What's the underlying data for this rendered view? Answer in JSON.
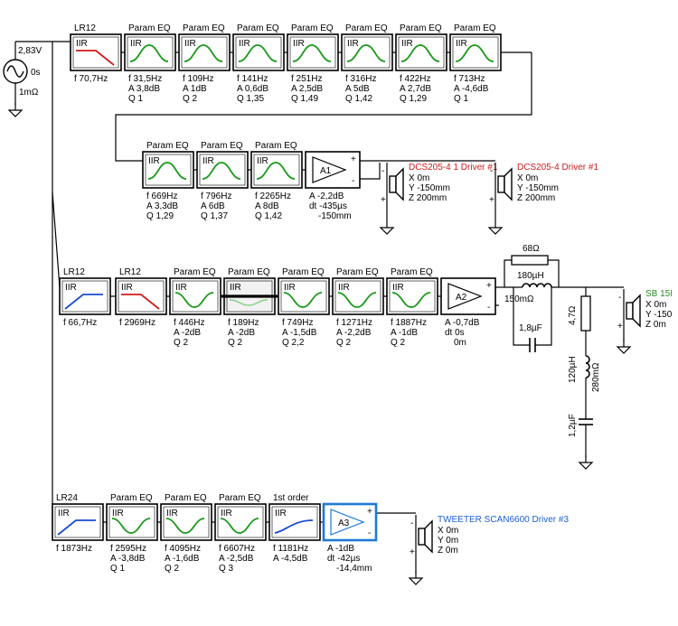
{
  "source": {
    "voltage": "2,83V",
    "delay": "0s",
    "resistance": "1mΩ"
  },
  "colors": {
    "eq_curve": "#1a9a1a",
    "hp_curve": "#1a4bd6",
    "lp_curve": "#d21a1a",
    "driver_red": "#d21a1a",
    "driver_green": "#2a8a2a",
    "driver_blue": "#1a5fd6",
    "selected": "#1e78d2",
    "dummy_block": "#f2f2f2"
  },
  "chain1": {
    "blocks": [
      {
        "title": "LR12",
        "tag": "IIR",
        "curve": "lowpass",
        "params": [
          "f  70,7Hz"
        ]
      },
      {
        "title": "Param EQ",
        "tag": "IIR",
        "curve": "peak",
        "params": [
          "f  31,5Hz",
          "A  3,8dB",
          "Q  1"
        ]
      },
      {
        "title": "Param EQ",
        "tag": "IIR",
        "curve": "peak",
        "params": [
          "f  109Hz",
          "A  1dB",
          "Q  2"
        ]
      },
      {
        "title": "Param EQ",
        "tag": "IIR",
        "curve": "peak",
        "params": [
          "f  141Hz",
          "A  0,6dB",
          "Q  1,35"
        ]
      },
      {
        "title": "Param EQ",
        "tag": "IIR",
        "curve": "peak",
        "params": [
          "f  251Hz",
          "A  2,5dB",
          "Q  1,49"
        ]
      },
      {
        "title": "Param EQ",
        "tag": "IIR",
        "curve": "peak",
        "params": [
          "f  316Hz",
          "A  5dB",
          "Q  1,42"
        ]
      },
      {
        "title": "Param EQ",
        "tag": "IIR",
        "curve": "peak",
        "params": [
          "f  422Hz",
          "A  2,7dB",
          "Q  1,29"
        ]
      },
      {
        "title": "Param EQ",
        "tag": "IIR",
        "curve": "peak",
        "params": [
          "f  713Hz",
          "A  -4,6dB",
          "Q  1"
        ]
      }
    ]
  },
  "chain1b": {
    "blocks": [
      {
        "title": "Param EQ",
        "tag": "IIR",
        "curve": "peak",
        "params": [
          "f  669Hz",
          "A  3,3dB",
          "Q  1,29"
        ]
      },
      {
        "title": "Param EQ",
        "tag": "IIR",
        "curve": "peak",
        "params": [
          "f  796Hz",
          "A  6dB",
          "Q  1,37"
        ]
      },
      {
        "title": "Param EQ",
        "tag": "IIR",
        "curve": "peak",
        "params": [
          "f  2265Hz",
          "A  8dB",
          "Q  1,42"
        ]
      }
    ],
    "amp": {
      "name": "A1",
      "params": [
        "A  -2,2dB",
        "dt  -435µs",
        "-150mm"
      ]
    }
  },
  "drivers1": [
    {
      "name": "DCS205-4 1 Driver #1",
      "params": [
        "X  0m",
        "Y  -150mm",
        "Z  200mm"
      ]
    },
    {
      "name": "DCS205-4 Driver #1",
      "params": [
        "X  0m",
        "Y  -150mm",
        "Z  200mm"
      ]
    }
  ],
  "chain2": {
    "blocks": [
      {
        "title": "LR12",
        "tag": "IIR",
        "curve": "highpass",
        "params": [
          "f  66,7Hz"
        ]
      },
      {
        "title": "LR12",
        "tag": "IIR",
        "curve": "lowpass",
        "params": [
          "f  2969Hz"
        ]
      },
      {
        "title": "Param EQ",
        "tag": "IIR",
        "curve": "dip",
        "params": [
          "f  446Hz",
          "A  -2dB",
          "Q  2"
        ]
      },
      {
        "title": "Param EQ",
        "tag": "IIR",
        "curve": "disabled",
        "params": [
          "f  189Hz",
          "A  -2dB",
          "Q  2"
        ]
      },
      {
        "title": "Param EQ",
        "tag": "IIR",
        "curve": "dip",
        "params": [
          "f  749Hz",
          "A  -1,5dB",
          "Q  2,2"
        ]
      },
      {
        "title": "Param EQ",
        "tag": "IIR",
        "curve": "dip",
        "params": [
          "f  1271Hz",
          "A  -2,2dB",
          "Q  2"
        ]
      },
      {
        "title": "Param EQ",
        "tag": "IIR",
        "curve": "dip",
        "params": [
          "f  1887Hz",
          "A  -1dB",
          "Q  2"
        ]
      }
    ],
    "amp": {
      "name": "A2",
      "params": [
        "A  -0,7dB",
        "dt  0s",
        "0m"
      ]
    }
  },
  "passive": {
    "r_top": "68Ω",
    "l_series": "180µH",
    "l_series_r": "150mΩ",
    "c_parallel": "1,8µF",
    "r_shunt": "4,7Ω",
    "l_shunt": "120µH",
    "l_shunt_r": "280mΩ",
    "c_shunt": "1,2µF"
  },
  "driver2": {
    "name": "SB 15I",
    "params": [
      "X  0m",
      "Y  -150",
      "Z  0m"
    ]
  },
  "chain3": {
    "blocks": [
      {
        "title": "LR24",
        "tag": "IIR",
        "curve": "highpass",
        "params": [
          "f  1873Hz"
        ]
      },
      {
        "title": "Param EQ",
        "tag": "IIR",
        "curve": "dip",
        "params": [
          "f  2595Hz",
          "A  -3,8dB",
          "Q  1"
        ]
      },
      {
        "title": "Param EQ",
        "tag": "IIR",
        "curve": "dip",
        "params": [
          "f  4095Hz",
          "A  -1,6dB",
          "Q  2"
        ]
      },
      {
        "title": "Param EQ",
        "tag": "IIR",
        "curve": "dip",
        "params": [
          "f  6607Hz",
          "A  -2,5dB",
          "Q  3"
        ]
      },
      {
        "title": "1st order",
        "tag": "IIR",
        "curve": "highpass1",
        "params": [
          "f  1181Hz",
          "A  -4,5dB"
        ]
      }
    ],
    "amp": {
      "name": "A3",
      "params": [
        "A  -1dB",
        "dt  -42µs",
        "-14,4mm"
      ]
    }
  },
  "driver3": {
    "name": "TWEETER SCAN6600 Driver #3",
    "params": [
      "X  0m",
      "Y  0m",
      "Z  0m"
    ]
  }
}
